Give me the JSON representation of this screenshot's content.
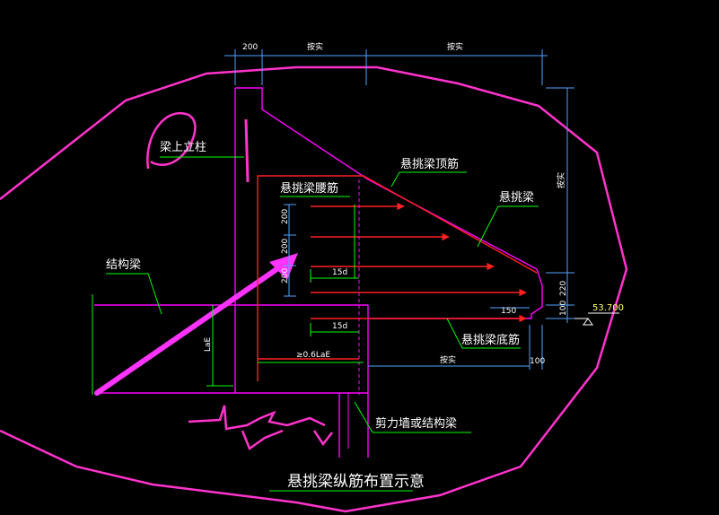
{
  "labels": {
    "column_on_beam": "梁上立柱",
    "cantilever_top_bar": "悬挑梁顶筋",
    "cantilever_side_bar": "悬挑梁腰筋",
    "cantilever_beam": "悬挑梁",
    "structural_beam": "结构梁",
    "cantilever_bottom_bar": "悬挑梁底筋",
    "shear_wall": "剪力墙或结构梁",
    "title": "悬挑梁纵筋布置示意"
  },
  "dimensions": {
    "top_200": "200",
    "top_actual_1": "按实",
    "top_actual_2": "按实",
    "right_actual": "按实",
    "right_220": "220",
    "right_100": "100",
    "left_200_a": "200",
    "left_200_b": "200",
    "left_200_c": "200",
    "d15_a": "15d",
    "d15_b": "15d",
    "d150": "150",
    "lae_vertical": "LaE",
    "lae_horizontal": "≥0.6LaE",
    "bottom_actual": "按实",
    "bottom_100": "100",
    "elevation": "53.700"
  },
  "colors": {
    "background": "#000000",
    "outline": "#ff00ff",
    "rebar": "#ff2020",
    "leader": "#00ff00",
    "dim_line": "#4fa3ff",
    "text": "#ffffff",
    "elevation": "#ffff66"
  }
}
